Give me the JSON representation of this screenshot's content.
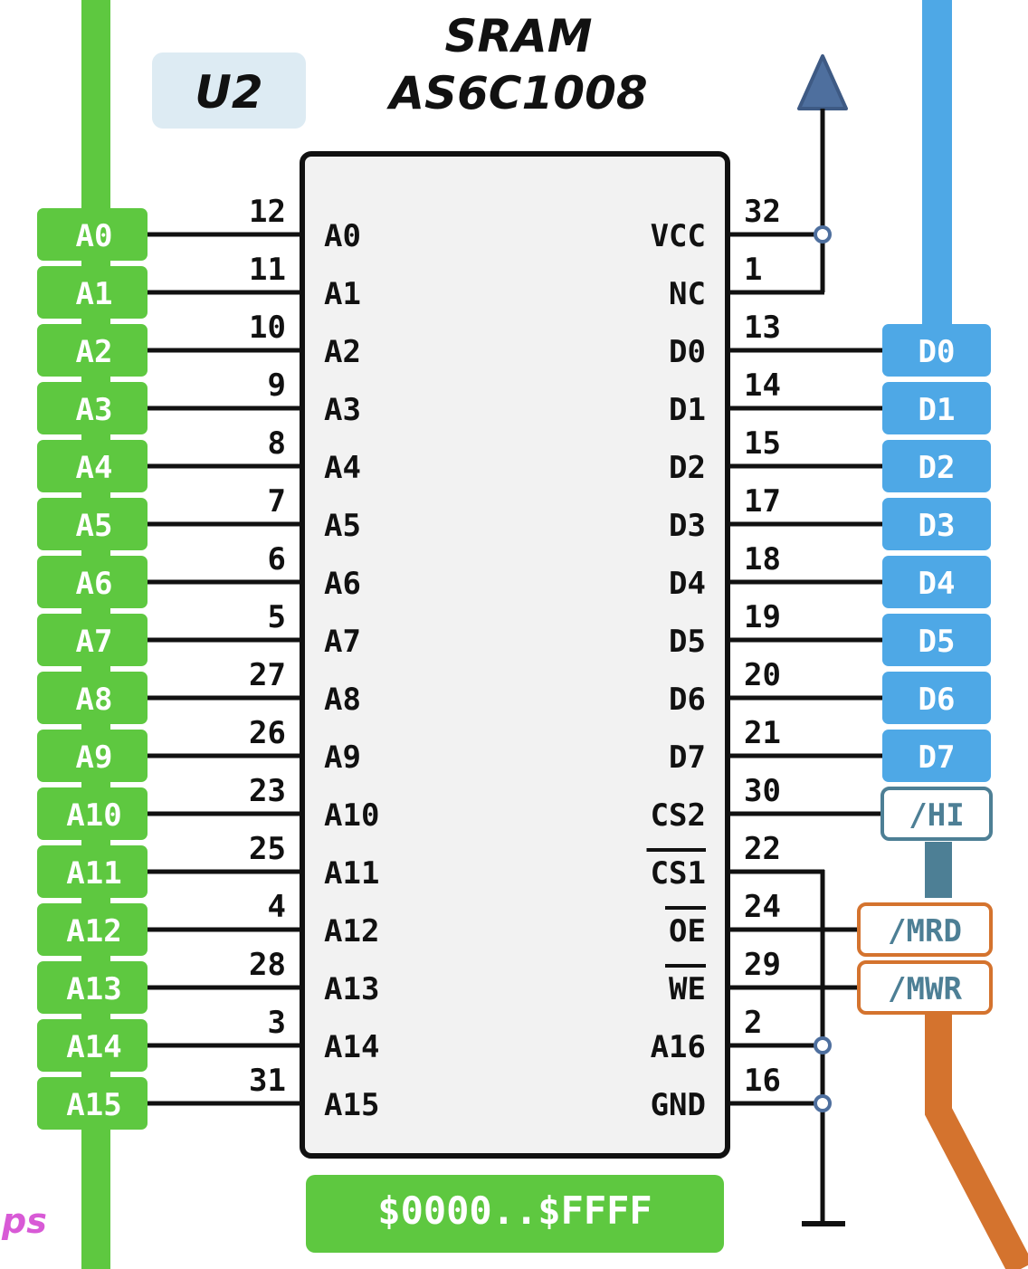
{
  "component": {
    "ref": "U2",
    "type_label": "SRAM",
    "part_number": "AS6C1008",
    "address_range": "$0000..$FFFF",
    "margin_text": "ps"
  },
  "left_pins": [
    {
      "pin": "12",
      "name": "A0",
      "net": "A0"
    },
    {
      "pin": "11",
      "name": "A1",
      "net": "A1"
    },
    {
      "pin": "10",
      "name": "A2",
      "net": "A2"
    },
    {
      "pin": "9",
      "name": "A3",
      "net": "A3"
    },
    {
      "pin": "8",
      "name": "A4",
      "net": "A4"
    },
    {
      "pin": "7",
      "name": "A5",
      "net": "A5"
    },
    {
      "pin": "6",
      "name": "A6",
      "net": "A6"
    },
    {
      "pin": "5",
      "name": "A7",
      "net": "A7"
    },
    {
      "pin": "27",
      "name": "A8",
      "net": "A8"
    },
    {
      "pin": "26",
      "name": "A9",
      "net": "A9"
    },
    {
      "pin": "23",
      "name": "A10",
      "net": "A10"
    },
    {
      "pin": "25",
      "name": "A11",
      "net": "A11"
    },
    {
      "pin": "4",
      "name": "A12",
      "net": "A12"
    },
    {
      "pin": "28",
      "name": "A13",
      "net": "A13"
    },
    {
      "pin": "3",
      "name": "A14",
      "net": "A14"
    },
    {
      "pin": "31",
      "name": "A15",
      "net": "A15"
    }
  ],
  "right_pins": [
    {
      "pin": "32",
      "name": "VCC",
      "overline": false,
      "net": ""
    },
    {
      "pin": "1",
      "name": "NC",
      "overline": false,
      "net": ""
    },
    {
      "pin": "13",
      "name": "D0",
      "overline": false,
      "net": "D0"
    },
    {
      "pin": "14",
      "name": "D1",
      "overline": false,
      "net": "D1"
    },
    {
      "pin": "15",
      "name": "D2",
      "overline": false,
      "net": "D2"
    },
    {
      "pin": "17",
      "name": "D3",
      "overline": false,
      "net": "D3"
    },
    {
      "pin": "18",
      "name": "D4",
      "overline": false,
      "net": "D4"
    },
    {
      "pin": "19",
      "name": "D5",
      "overline": false,
      "net": "D5"
    },
    {
      "pin": "20",
      "name": "D6",
      "overline": false,
      "net": "D6"
    },
    {
      "pin": "21",
      "name": "D7",
      "overline": false,
      "net": "D7"
    },
    {
      "pin": "30",
      "name": "CS2",
      "overline": false,
      "net": "/HI"
    },
    {
      "pin": "22",
      "name": "CS1",
      "overline": true,
      "net": ""
    },
    {
      "pin": "24",
      "name": "OE",
      "overline": true,
      "net": "/MRD"
    },
    {
      "pin": "29",
      "name": "WE",
      "overline": true,
      "net": "/MWR"
    },
    {
      "pin": "2",
      "name": "A16",
      "overline": false,
      "net": ""
    },
    {
      "pin": "16",
      "name": "GND",
      "overline": false,
      "net": ""
    }
  ],
  "colors": {
    "address_bus": "#5ec840",
    "data_bus": "#4ea8e6",
    "control_bus": "#d4732e",
    "hi_net": "#4d7f95",
    "chip_fill": "#f2f2f2",
    "ref_badge": "#ddebf3",
    "power_arrow": "#4e6f9e",
    "wire": "#111111",
    "margin_text": "#d85ad6"
  }
}
